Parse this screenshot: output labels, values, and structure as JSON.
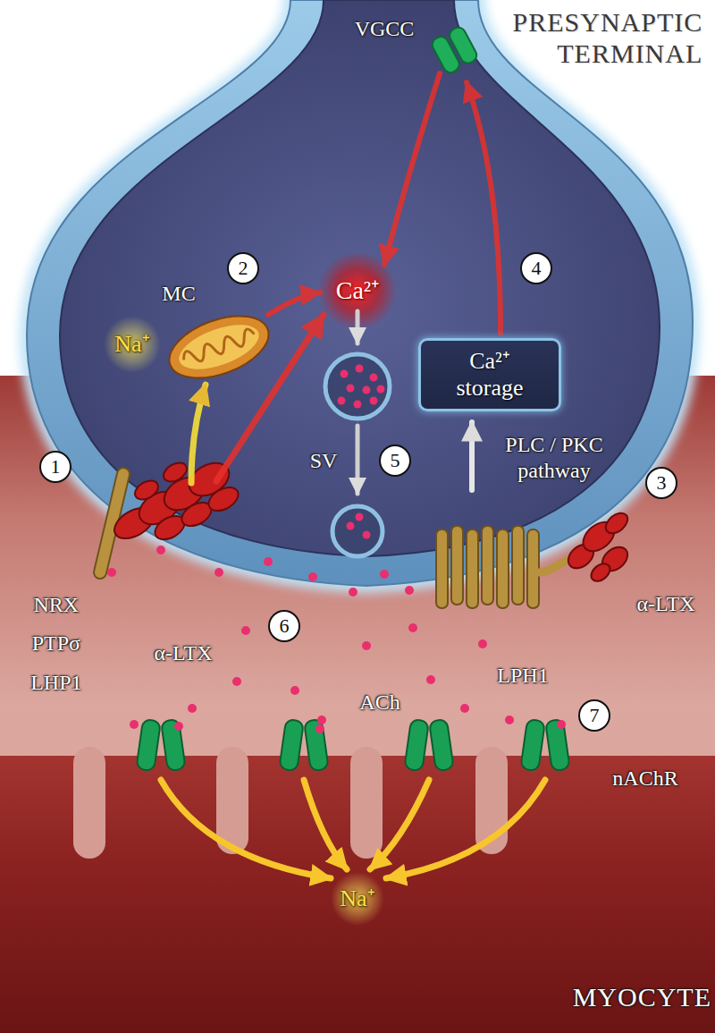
{
  "diagram": {
    "nodes": [
      {
        "text": [
          "Ca²⁺ storage"
        ]
      }
    ],
    "labels": [
      "PRESYNAPTIC TERMINAL",
      "VGCC",
      "2",
      "MC",
      "Ca²⁺",
      "4",
      "Na⁺",
      "1",
      "SV",
      "5",
      "PLC / PKC pathway",
      "3",
      "6",
      "NRX PTPσ LHP1",
      "α-LTX",
      "α-LTX",
      "LPH1",
      "ACh",
      "7",
      "nAChR",
      "Na⁺",
      "MYOCYTE"
    ]
  }
}
